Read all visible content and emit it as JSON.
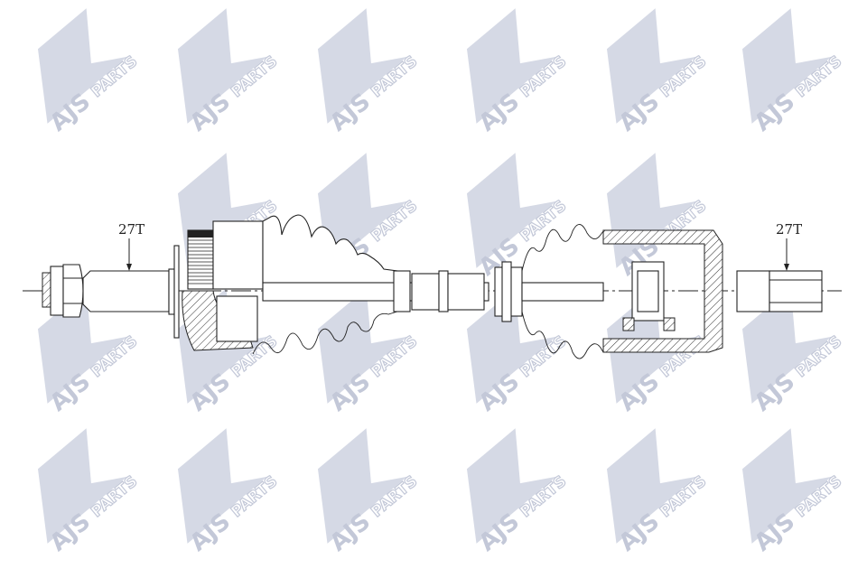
{
  "watermark": {
    "brand": "AJS",
    "suffix": "PARTS",
    "color": "#c3c8d8"
  },
  "labels": {
    "left_spline": "27T",
    "right_spline": "27T"
  },
  "colors": {
    "line": "#222222",
    "background": "#ffffff"
  }
}
